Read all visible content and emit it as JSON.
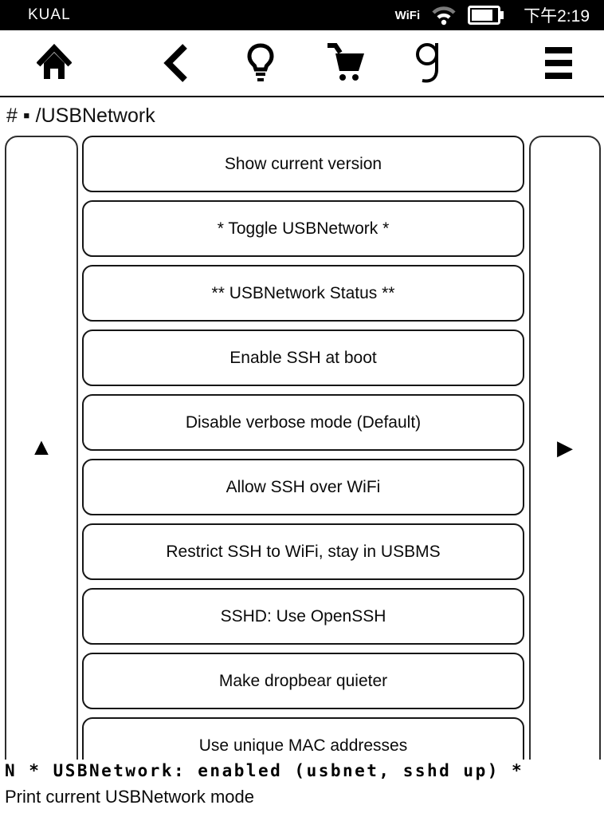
{
  "statusbar": {
    "app_title": "KUAL",
    "wifi_label": "WiFi",
    "time": "下午2:19"
  },
  "toolbar": {
    "icons": [
      "home",
      "back",
      "brightness",
      "store",
      "goodreads",
      "menu"
    ]
  },
  "breadcrumb": {
    "text": "# ▪ /USBNetwork"
  },
  "scroll": {
    "up_arrow": "▲",
    "right_arrow": "▶"
  },
  "menu": {
    "items": [
      "Show current version",
      "* Toggle USBNetwork *",
      "** USBNetwork Status **",
      "Enable SSH at boot",
      "Disable verbose mode (Default)",
      "Allow SSH over WiFi",
      "Restrict SSH to WiFi, stay in USBMS",
      "SSHD: Use OpenSSH",
      "Make dropbear quieter",
      "Use unique MAC addresses"
    ]
  },
  "footer": {
    "terminal_line": "N * USBNetwork: enabled (usbnet, sshd up) *",
    "description": "Print current USBNetwork mode"
  },
  "colors": {
    "bar_bg": "#000000",
    "fg": "#000000",
    "bg": "#ffffff",
    "wifi_outer_arc": "#7a7a7a"
  }
}
